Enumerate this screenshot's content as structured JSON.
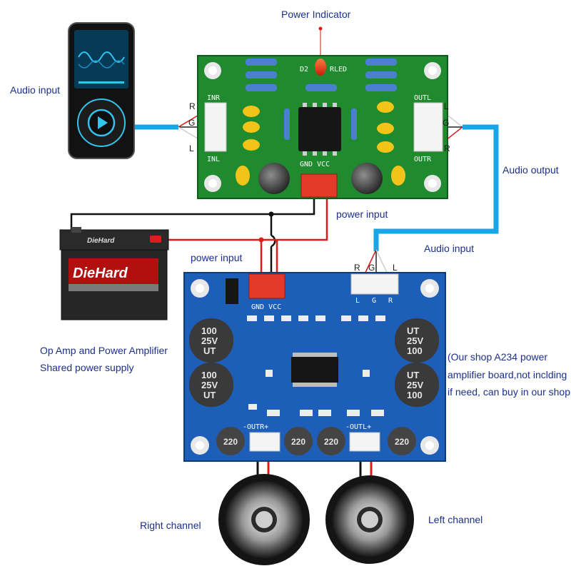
{
  "labels": {
    "power_indicator": "Power Indicator",
    "audio_input_left": "Audio input",
    "audio_output": "Audio output",
    "power_input_top": "power input",
    "power_input_mid": "power input",
    "audio_input_right": "Audio input",
    "op_amp_line1": "Op Amp and Power Amplifier",
    "op_amp_line2": "Shared power supply",
    "shop_line1": "(Our shop A234 power",
    "shop_line2": "amplifier board,not inclding",
    "shop_line3": "if need, can buy in our shop",
    "right_channel": "Right channel",
    "left_channel": "Left channel"
  },
  "preamp": {
    "inr": "INR",
    "inl": "INL",
    "outl": "OUTL",
    "outr": "OUTR",
    "gnd_vcc": "GND VCC",
    "d2": "D2",
    "rled": "RLED",
    "pins_in": [
      "R",
      "G",
      "L"
    ],
    "pins_out": [
      "L",
      "G",
      "R"
    ]
  },
  "amp": {
    "gnd_vcc": "GND VCC",
    "pins_in": [
      "R",
      "G",
      "L"
    ],
    "header_pins": [
      "L",
      "G",
      "R"
    ],
    "cap_big": [
      "100",
      "25V",
      "UT"
    ],
    "cap_small": "220",
    "outr": "-OUTR+",
    "outl": "-OUTL+"
  },
  "battery": {
    "brand_top": "DieHard",
    "brand_main": "DieHard"
  },
  "colors": {
    "label_text": "#1c2f8c",
    "preamp_pcb": "#1f8a2e",
    "amp_pcb": "#1d5fb8",
    "audio_cable": "#17a6e6",
    "power_red": "#e01b1b",
    "power_black": "#111111"
  }
}
